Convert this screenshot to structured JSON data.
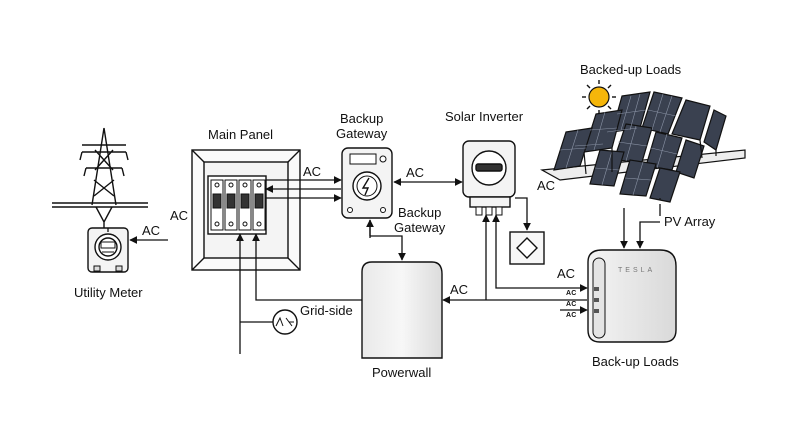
{
  "labels": {
    "utility_meter": "Utility Meter",
    "main_panel": "Main Panel",
    "backup_gateway_top": "Backup\nGateway",
    "backup_gateway_bottom": "Backup\nGateway",
    "solar_inverter": "Solar Inverter",
    "backed_up_loads": "Backed-up Loads",
    "pv_array": "PV Array",
    "back_up_loads": "Back-up Loads",
    "powerwall": "Powerwall",
    "grid_side": "Grid-side",
    "brand": "TESLA"
  },
  "connection_labels": {
    "ac_meter": "AC",
    "ac_panel_left": "AC",
    "ac_panel_gateway": "AC",
    "ac_gateway_inverter": "AC",
    "ac_inverter_right": "AC",
    "ac_powerwall": "AC",
    "ac_tesla": "AC",
    "ac_port_1": "AC",
    "ac_port_2": "AC",
    "ac_port_3": "AC"
  },
  "icons": [
    "transmission-tower-icon",
    "electric-meter-icon",
    "breaker-panel-icon",
    "gateway-icon",
    "inverter-icon",
    "sun-icon",
    "solar-panel-array-icon",
    "battery-icon",
    "disconnect-switch-icon",
    "ac-dc-converter-icon"
  ],
  "colors": {
    "line": "#111111",
    "panel_fill": "#f2f2f2",
    "solar_cell": "#3a4150",
    "sun": "#f5b60a",
    "battery": "#ececec"
  }
}
